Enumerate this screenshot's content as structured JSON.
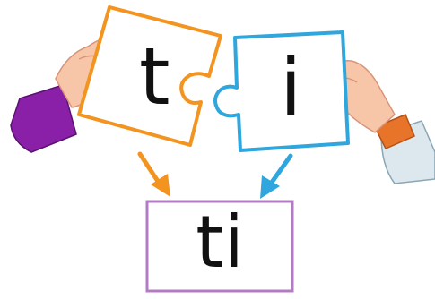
{
  "puzzle": {
    "left_piece": {
      "letter": "t",
      "color": "#F2941F"
    },
    "right_piece": {
      "letter": "i",
      "color": "#2FA6DE"
    }
  },
  "result": {
    "syllable": "ti",
    "color": "#B37BC4"
  },
  "arrows": {
    "left_color": "#F2941F",
    "right_color": "#2FA6DE"
  },
  "hands": {
    "left_sleeve_color": "#8A1FA8",
    "right_sleeve_color": "#DCE8EE",
    "right_cuff_color": "#E8742A",
    "skin_color": "#F7C6A8"
  }
}
